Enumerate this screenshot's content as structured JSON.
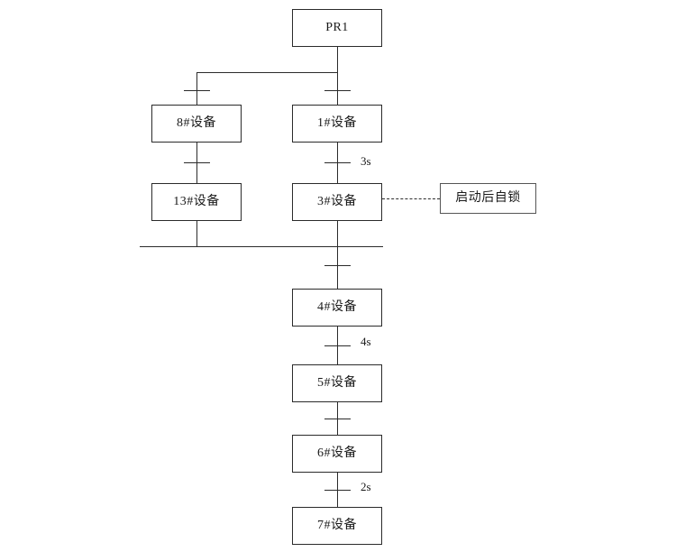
{
  "diagram": {
    "type": "sequential-function-chart",
    "title_box": {
      "label": "PR1"
    },
    "left_branch": {
      "steps": [
        {
          "id": "step-8",
          "label": "8#设备"
        },
        {
          "id": "step-13",
          "label": "13#设备"
        }
      ],
      "transitions": [
        {
          "id": "t-left-1",
          "label": ""
        },
        {
          "id": "t-left-2",
          "label": ""
        }
      ]
    },
    "right_branch": {
      "steps": [
        {
          "id": "step-1",
          "label": "1#设备"
        },
        {
          "id": "step-3",
          "label": "3#设备"
        }
      ],
      "transitions": [
        {
          "id": "t-right-1",
          "label": ""
        },
        {
          "id": "t-right-2",
          "label": "3s"
        }
      ]
    },
    "annotation": {
      "label": "启动后自锁",
      "attached_to": "3#设备",
      "connector": "dashed-line"
    },
    "main_chain": {
      "steps": [
        {
          "id": "step-4",
          "label": "4#设备"
        },
        {
          "id": "step-5",
          "label": "5#设备"
        },
        {
          "id": "step-6",
          "label": "6#设备"
        },
        {
          "id": "step-7",
          "label": "7#设备"
        }
      ],
      "transitions": [
        {
          "id": "t-main-0",
          "label": ""
        },
        {
          "id": "t-main-1",
          "label": "4s"
        },
        {
          "id": "t-main-2",
          "label": ""
        },
        {
          "id": "t-main-3",
          "label": "2s"
        }
      ]
    },
    "colors": {
      "line": "#2b2b2b",
      "text": "#1a1a1a",
      "background": "#ffffff"
    }
  }
}
